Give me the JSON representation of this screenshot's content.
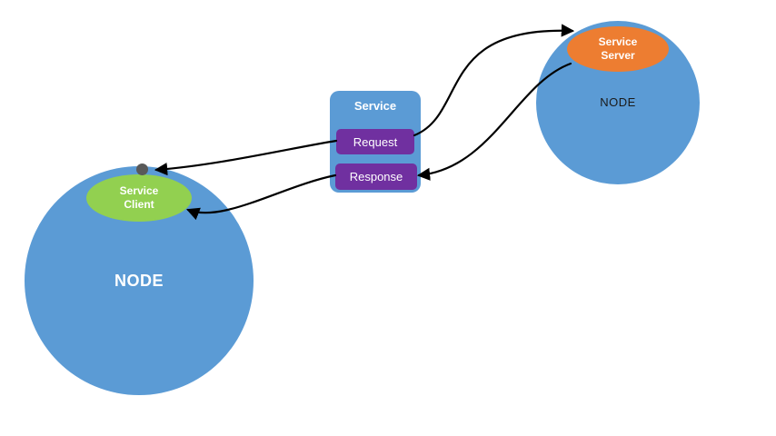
{
  "left_node": {
    "label": "NODE",
    "service_client": {
      "line1": "Service",
      "line2": "Client"
    }
  },
  "right_node": {
    "label": "NODE",
    "service_server": {
      "line1": "Service",
      "line2": "Server"
    }
  },
  "service_box": {
    "title": "Service",
    "request_label": "Request",
    "response_label": "Response"
  },
  "arrows": [
    {
      "name": "arrow-request-client",
      "between": [
        "Request",
        "left NODE connection point"
      ]
    },
    {
      "name": "arrow-response-client",
      "between": [
        "Response",
        "Service Client"
      ]
    },
    {
      "name": "arrow-request-server",
      "between": [
        "Request",
        "Service Server"
      ]
    },
    {
      "name": "arrow-server-response",
      "between": [
        "Service Server",
        "Response"
      ]
    }
  ],
  "colors": {
    "node_fill": "#5b9bd5",
    "client_fill": "#92d050",
    "server_fill": "#ed7d31",
    "action_fill": "#7030a0",
    "arrow": "#000000",
    "dot": "#595959",
    "left_node_text": "#ffffff",
    "right_node_text": "#1a1a1a",
    "background": "#ffffff"
  }
}
